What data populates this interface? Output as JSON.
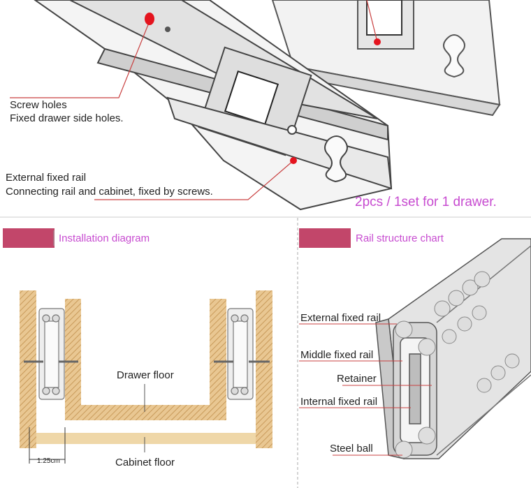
{
  "top": {
    "screw_holes_title": "Screw holes",
    "screw_holes_desc": "Fixed drawer side holes.",
    "external_rail_title": "External fixed rail",
    "external_rail_desc": "Connecting rail and cabinet, fixed by screws.",
    "set_info": "2pcs / 1set for 1 drawer."
  },
  "installation": {
    "title": "Installation diagram",
    "drawer_floor": "Drawer floor",
    "cabinet_floor": "Cabinet floor",
    "dimension": "1.25cm"
  },
  "structure": {
    "title": "Rail structure chart",
    "external_fixed_rail": "External fixed rail",
    "middle_fixed_rail": "Middle fixed rail",
    "retainer": "Retainer",
    "internal_fixed_rail": "Internal fixed rail",
    "steel_ball": "Steel ball"
  },
  "colors": {
    "accent": "#c2466a",
    "caption": "#c74bd0",
    "wood": "#e9c792",
    "leader": "#c94040"
  }
}
